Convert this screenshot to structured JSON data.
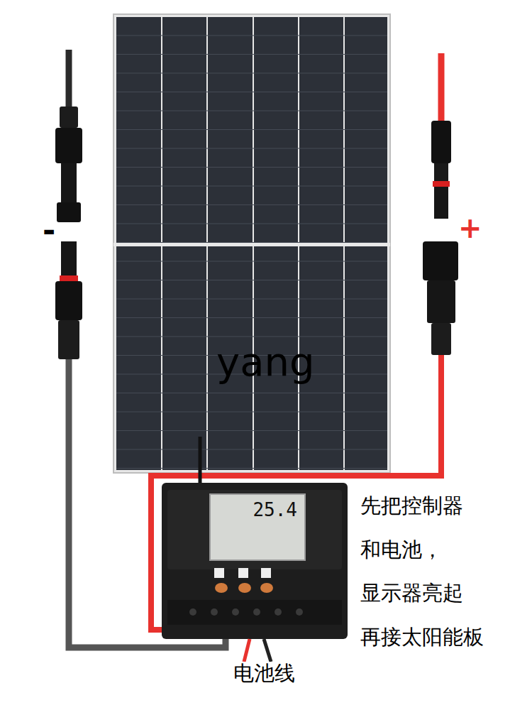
{
  "diagram": {
    "nodes": [
      {
        "text": [
          "25.4"
        ]
      }
    ],
    "labels": [
      "-",
      "+",
      "yang",
      "先把控制器",
      "和电池，",
      "显示器亮起",
      "再接太阳能板",
      "电池线"
    ]
  }
}
